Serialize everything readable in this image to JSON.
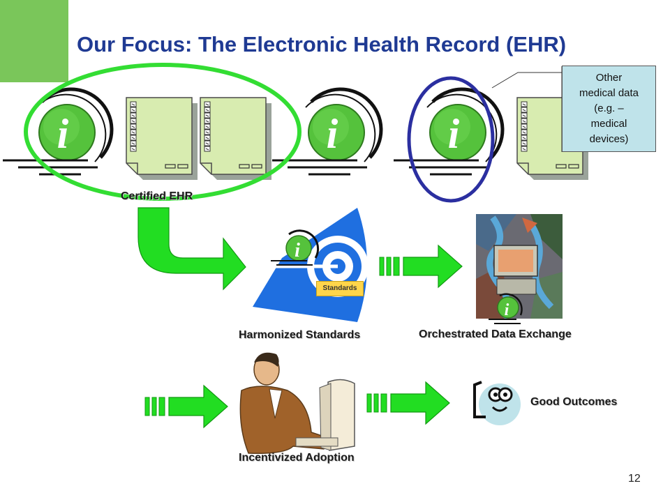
{
  "slide": {
    "title": "Our Focus: The Electronic Health Record (EHR)",
    "page_number": "12"
  },
  "labels": {
    "certified_ehr": "Certified EHR",
    "harmonized_standards": "Harmonized Standards",
    "orchestrated_data_exchange": "Orchestrated Data Exchange",
    "incentivized_adoption": "Incentivized Adoption",
    "good_outcomes": "Good Outcomes"
  },
  "callout": {
    "line1": "Other",
    "line2": "medical data",
    "line3": "(e.g. –",
    "line4": "medical",
    "line5": "devices)"
  },
  "badge": {
    "standards": "Standards"
  },
  "icons": {
    "info_glyph": "i",
    "info": "info-disc-icon",
    "document": "document-checklist-icon",
    "target": "target-icon",
    "exchange": "data-exchange-clipart-icon",
    "person": "person-at-computer-icon",
    "outcome": "smiling-face-icon"
  },
  "colors": {
    "title": "#1f3a93",
    "accent_green": "#7ac65a",
    "arrow_green": "#22dd22",
    "ellipse_green": "#33dd33",
    "ellipse_blue": "#2b2fa0",
    "info_disc": "#55c23c",
    "document_fill": "#d8ecb0",
    "target_blue": "#1f6fe0",
    "callout_fill": "#bfe3ea"
  }
}
